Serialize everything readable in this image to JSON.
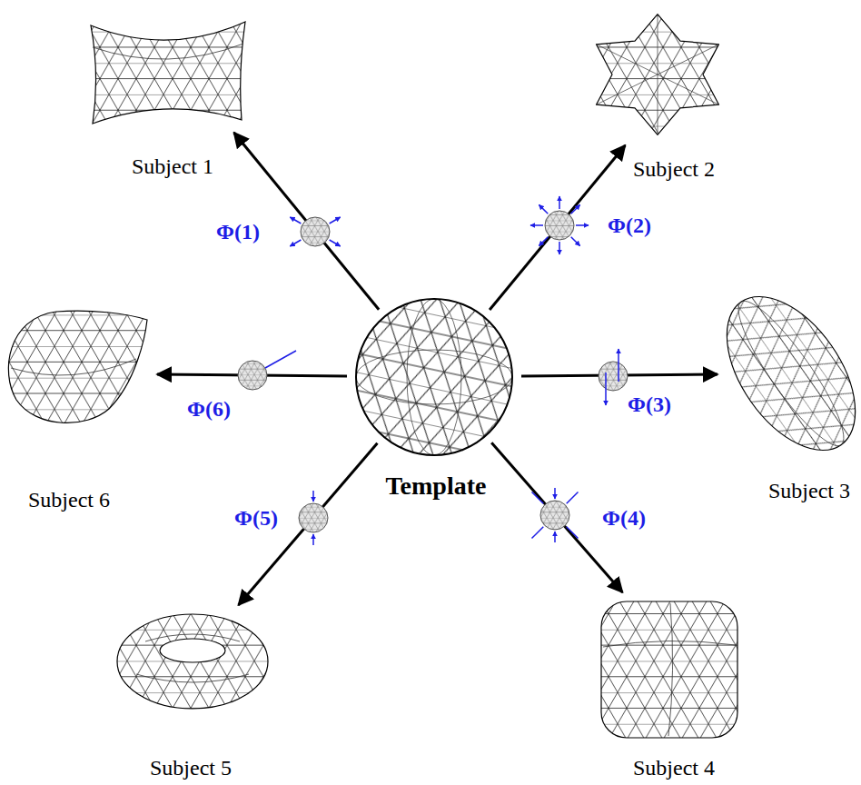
{
  "diagram": {
    "nodes": [
      {
        "text": [
          "Template"
        ]
      },
      {
        "text": [
          "Subject 1"
        ]
      },
      {
        "text": [
          "Subject 2"
        ]
      },
      {
        "text": [
          "Subject 3"
        ]
      },
      {
        "text": [
          "Subject 4"
        ]
      },
      {
        "text": [
          "Subject 5"
        ]
      },
      {
        "text": [
          "Subject 6"
        ]
      }
    ],
    "edges": [
      {
        "from": 0,
        "to": 1,
        "arrow": "to",
        "label": "Φ(1)"
      },
      {
        "from": 0,
        "to": 2,
        "arrow": "to",
        "label": "Φ(2)"
      },
      {
        "from": 0,
        "to": 3,
        "arrow": "to",
        "label": "Φ(3)"
      },
      {
        "from": 0,
        "to": 4,
        "arrow": "to",
        "label": "Φ(4)"
      },
      {
        "from": 0,
        "to": 5,
        "arrow": "to",
        "label": "Φ(5)"
      },
      {
        "from": 0,
        "to": 6,
        "arrow": "to",
        "label": "Φ(6)"
      }
    ]
  }
}
